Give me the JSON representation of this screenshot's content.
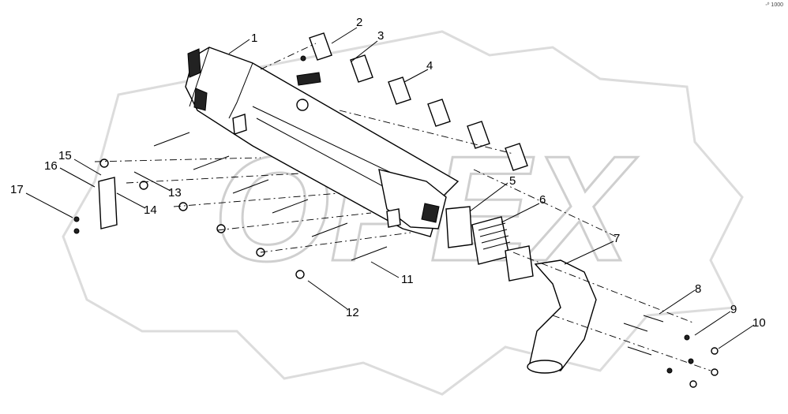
{
  "watermark": {
    "text": "OPEX"
  },
  "corner_mark": "◦⁰ 1000",
  "callouts": [
    {
      "id": "1",
      "text": "1"
    },
    {
      "id": "2",
      "text": "2"
    },
    {
      "id": "3",
      "text": "3"
    },
    {
      "id": "4",
      "text": "4"
    },
    {
      "id": "5",
      "text": "5"
    },
    {
      "id": "6",
      "text": "6"
    },
    {
      "id": "7",
      "text": "7"
    },
    {
      "id": "8",
      "text": "8"
    },
    {
      "id": "9",
      "text": "9"
    },
    {
      "id": "10",
      "text": "10"
    },
    {
      "id": "11",
      "text": "11"
    },
    {
      "id": "12",
      "text": "12"
    },
    {
      "id": "13",
      "text": "13"
    },
    {
      "id": "14",
      "text": "14"
    },
    {
      "id": "15",
      "text": "15"
    },
    {
      "id": "16",
      "text": "16"
    },
    {
      "id": "17",
      "text": "17"
    }
  ]
}
